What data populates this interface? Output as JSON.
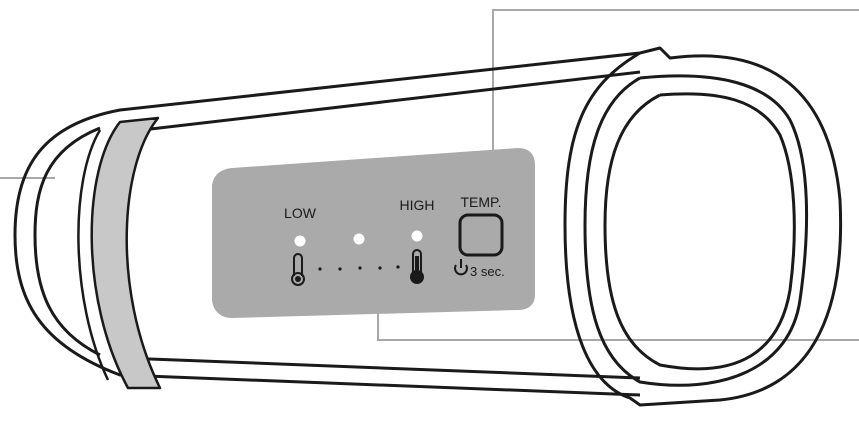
{
  "panel": {
    "low_label": "LOW",
    "high_label": "HIGH",
    "temp_label": "TEMP.",
    "hold_label": "3 sec.",
    "indicator_count": 3,
    "panel_color": "#aaaaaa",
    "indicator_color": "#ffffff"
  },
  "icons": {
    "low": "thermometer-low-icon",
    "high": "thermometer-high-icon",
    "power": "power-icon"
  },
  "colors": {
    "outline": "#1a1a1a",
    "callout": "#a8a8a8",
    "end_band": "#c8c8c8"
  }
}
